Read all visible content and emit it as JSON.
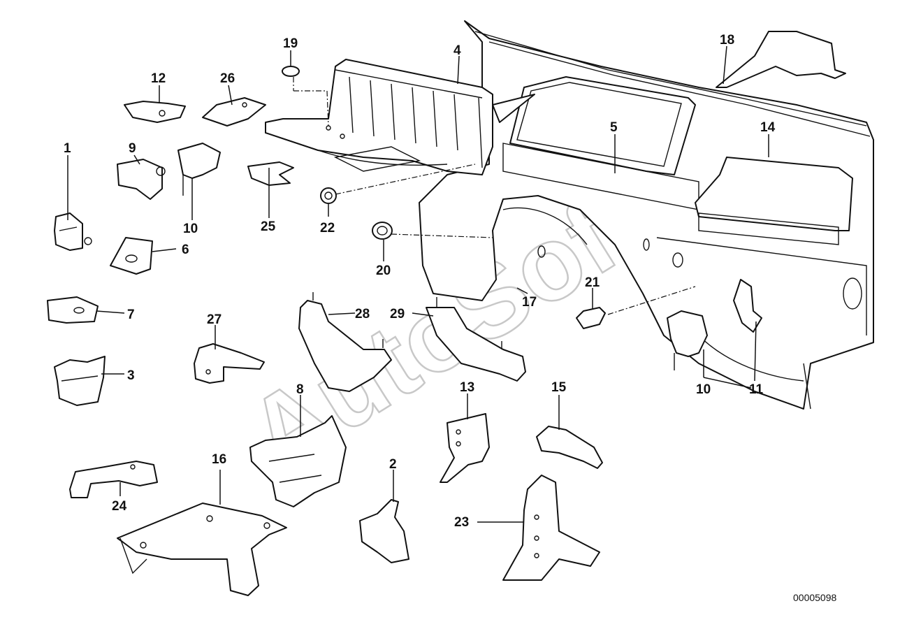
{
  "watermark": "AutoSoft",
  "reference_number": "00005098",
  "callouts": {
    "c1": "1",
    "c2": "2",
    "c3": "3",
    "c4": "4",
    "c5": "5",
    "c6": "6",
    "c7": "7",
    "c8": "8",
    "c9": "9",
    "c10a": "10",
    "c10b": "10",
    "c11": "11",
    "c12": "12",
    "c13": "13",
    "c14": "14",
    "c15": "15",
    "c16": "16",
    "c17": "17",
    "c18": "18",
    "c19": "19",
    "c20": "20",
    "c21": "21",
    "c22": "22",
    "c23": "23",
    "c24": "24",
    "c25": "25",
    "c26": "26",
    "c27": "27",
    "c28": "28",
    "c29": "29"
  },
  "colors": {
    "line": "#111111",
    "watermark": "#c8c8c8",
    "background": "#ffffff"
  }
}
